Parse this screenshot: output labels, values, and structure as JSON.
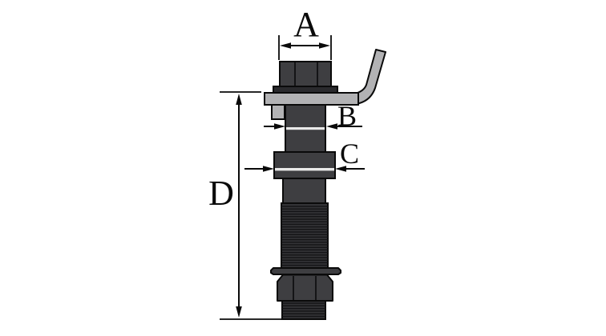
{
  "figure": {
    "kind": "technical-dimension-drawing",
    "subject": "bolt-with-lever-plate",
    "dimension_labels": {
      "a": "A",
      "b": "B",
      "c": "C",
      "d": "D"
    },
    "colors": {
      "background": "#ffffff",
      "body": "#3e3e41",
      "washer": "#2a2a2d",
      "plate": "#b2b2b4",
      "outline": "#0a0a0a",
      "groove": "#e8e8e8",
      "thread_base": "#333336",
      "thread_line": "#151517"
    }
  }
}
